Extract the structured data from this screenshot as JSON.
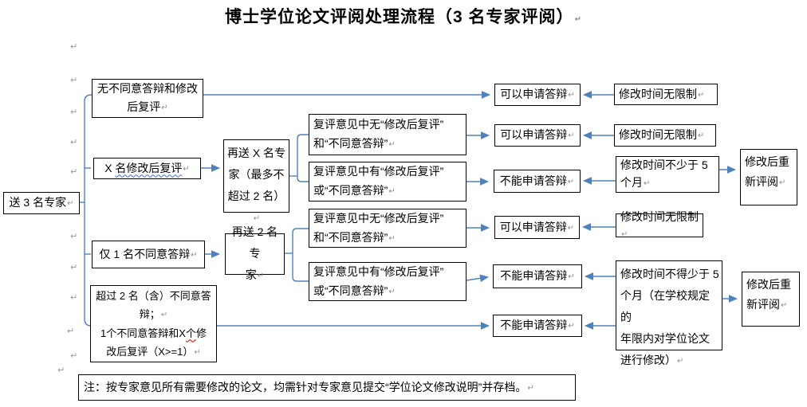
{
  "title": "博士学位论文评阅处理流程（3 名专家评阅）",
  "glyphs": {
    "pilcrow": "↵"
  },
  "colors": {
    "connector_blue": "#4f81bd",
    "box_border": "#000000",
    "squiggle_blue": "#3a6bd6",
    "squiggle_red": "#d40000"
  },
  "flow": {
    "start": {
      "label": "送 3 名专家"
    },
    "branches": {
      "b1": {
        "label": "无不同意答辩和修改\n后复评"
      },
      "b2": {
        "pre": "X ",
        "wavy": "名修改后复评"
      },
      "b3": {
        "label": "仅 1 名不同意答辩"
      },
      "b4": {
        "seg1": "超过 2 名（含）不同意答\n辩；",
        "seg2": "\n1个不同意答辩和X",
        "wavy": "个",
        "seg3": "修\n改后复评（X>=1）"
      }
    },
    "resend": {
      "x": {
        "label": "再送 X 名专\n家（最多不\n超过 2 名）"
      },
      "two": {
        "label": "再送 2 名专\n家"
      }
    },
    "recheck": {
      "none_a": {
        "label": "复评意见中无“修改后复评”\n和“不同意答辩”"
      },
      "has_a": {
        "label": "复评意见中有“修改后复评”\n或“不同意答辩”"
      },
      "none_b": {
        "label": "复评意见中无“修改后复评”\n和“不同意答辩”"
      },
      "has_b": {
        "label": "复评意见中有“修改后复评”\n或“不同意答辩”"
      }
    },
    "results": {
      "r1": {
        "label": "可以申请答辩"
      },
      "r2": {
        "label": "可以申请答辩"
      },
      "r3": {
        "label": "不能申请答辩"
      },
      "r4": {
        "label": "可以申请答辩"
      },
      "r5": {
        "label": "不能申请答辩"
      },
      "r6": {
        "label": "不能申请答辩"
      }
    },
    "times": {
      "t1": {
        "label": "修改时间无限制"
      },
      "t2": {
        "label": "修改时间无限制"
      },
      "t3": {
        "label": "修改时间不少于 5\n个月"
      },
      "t4": {
        "label": "修改时间无限制"
      },
      "t5": {
        "label": "修改时间不得少于 5\n个月（在学校规定的\n年限内对学位论文\n进行修改）"
      }
    },
    "rereview": {
      "top": {
        "label": "修改后重\n新评阅"
      },
      "bottom": {
        "label": "修改后重\n新评阅"
      }
    }
  },
  "note": "注：按专家意见所有需要修改的论文，均需针对专家意见提交“学位论文修改说明”并存档。"
}
